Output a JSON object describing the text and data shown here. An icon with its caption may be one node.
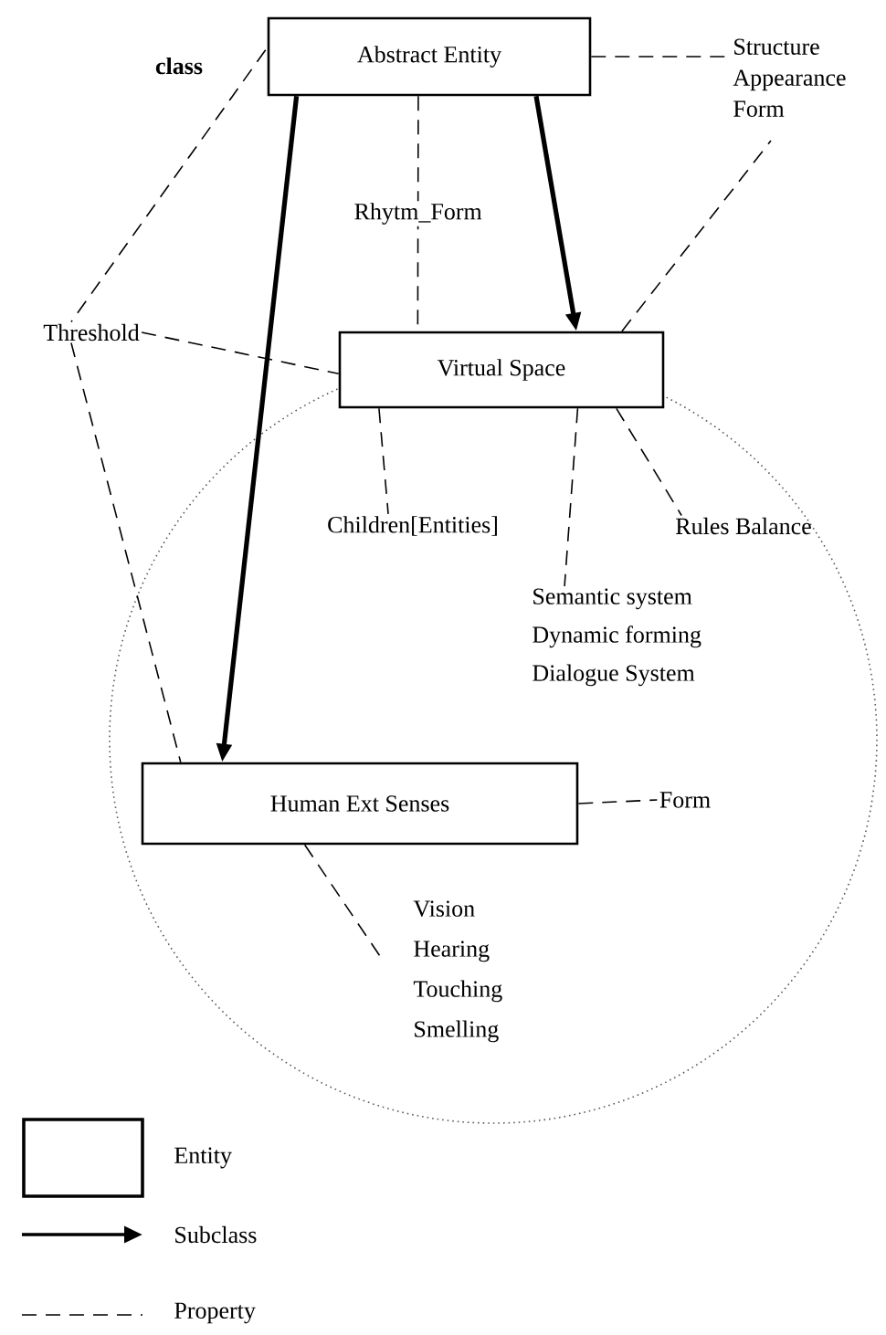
{
  "diagram": {
    "nodes": [
      {
        "text": [
          "Abstract Entity"
        ]
      },
      {
        "text": [
          "Structure",
          "Appearance",
          "Form"
        ]
      },
      {
        "text": [
          "Threshold"
        ]
      },
      {
        "text": [
          "Virtual Space"
        ]
      },
      {
        "text": [
          "Children[Entities]"
        ]
      },
      {
        "text": [
          "Rules Balance"
        ]
      },
      {
        "text": [
          "Semantic system",
          "Dynamic forming",
          "Dialogue System"
        ]
      },
      {
        "text": [
          "Human  Ext Senses"
        ]
      },
      {
        "text": [
          "Form"
        ]
      },
      {
        "text": [
          "Vision",
          "Hearing",
          "Touching",
          "Smelling"
        ]
      }
    ],
    "edges": [
      {
        "from": 0,
        "to": 3,
        "arrow": "to",
        "style": "thick"
      },
      {
        "from": 0,
        "to": 7,
        "arrow": "to",
        "style": "thick"
      },
      {
        "from": 0,
        "to": 3,
        "arrow": "none",
        "style": "dashed",
        "label": "Rhytm_Form"
      },
      {
        "from": 0,
        "to": 1,
        "arrow": "none",
        "style": "dashed"
      },
      {
        "from": 0,
        "to": 2,
        "arrow": "none",
        "style": "dashed"
      },
      {
        "from": 2,
        "to": 7,
        "arrow": "none",
        "style": "dashed"
      },
      {
        "from": 2,
        "to": 3,
        "arrow": "none",
        "style": "dashed"
      },
      {
        "from": 3,
        "to": 1,
        "arrow": "none",
        "style": "dashed"
      },
      {
        "from": 3,
        "to": 4,
        "arrow": "none",
        "style": "dashed"
      },
      {
        "from": 3,
        "to": 6,
        "arrow": "none",
        "style": "dashed"
      },
      {
        "from": 3,
        "to": 5,
        "arrow": "none",
        "style": "dashed"
      },
      {
        "from": 7,
        "to": 8,
        "arrow": "none",
        "style": "dashed"
      },
      {
        "from": 7,
        "to": 9,
        "arrow": "none",
        "style": "dashed"
      }
    ],
    "labels": [
      "class"
    ],
    "legend": [
      {
        "text": "Entity"
      },
      {
        "text": "Subclass"
      },
      {
        "text": "Property"
      }
    ]
  }
}
